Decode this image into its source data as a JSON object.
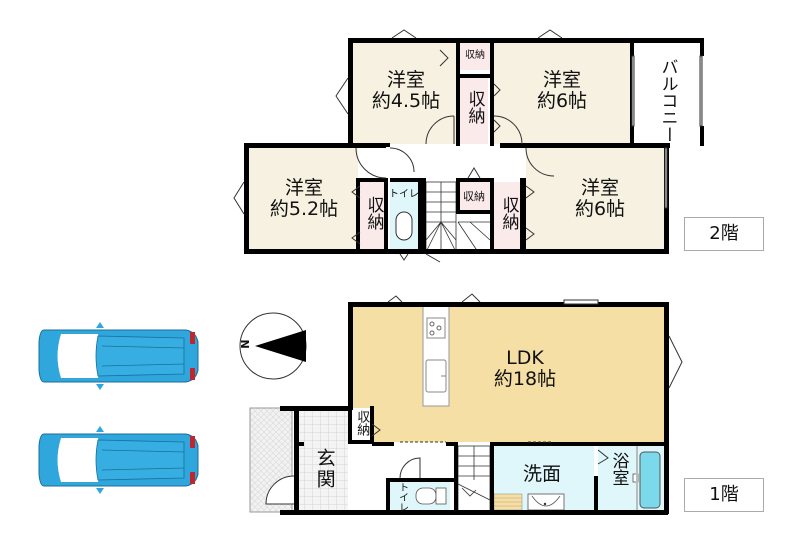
{
  "plan": {
    "colors": {
      "wall": "#000000",
      "western_room": "#f7f1e1",
      "storage": "#fbeaea",
      "ldk": "#f5dfa5",
      "water": "#dff6fa",
      "bathtub": "#7ad9ea",
      "entrance_tile": "#e8e8e8",
      "car_body": "#2fa6dc",
      "car_light": "#c0262b",
      "floor_tag_border": "#aaaaaa"
    },
    "floor2": {
      "tag": "2階",
      "rooms": {
        "western_1": {
          "name": "洋室",
          "size": "約4.5帖"
        },
        "western_2": {
          "name": "洋室",
          "size": "約6帖"
        },
        "western_3": {
          "name": "洋室",
          "size": "約5.2帖"
        },
        "western_4": {
          "name": "洋室",
          "size": "約6帖"
        },
        "balcony": {
          "name": "バルコニー"
        },
        "toilet": {
          "name": "トイレ"
        },
        "storage_a": {
          "name": "収納"
        },
        "storage_b": {
          "name": "収納"
        },
        "storage_c": {
          "name": "収納"
        },
        "storage_d": {
          "name": "収納"
        },
        "storage_e": {
          "name": "収納"
        }
      }
    },
    "floor1": {
      "tag": "1階",
      "rooms": {
        "ldk": {
          "name": "LDK",
          "size": "約18帖"
        },
        "storage": {
          "name": "収納"
        },
        "entrance": {
          "name": "玄関"
        },
        "toilet": {
          "name": "トイレ"
        },
        "washroom": {
          "name": "洗面"
        },
        "bathroom": {
          "name": "浴室"
        }
      }
    },
    "compass": {
      "label": "N"
    },
    "parking": {
      "cars": 2
    }
  }
}
